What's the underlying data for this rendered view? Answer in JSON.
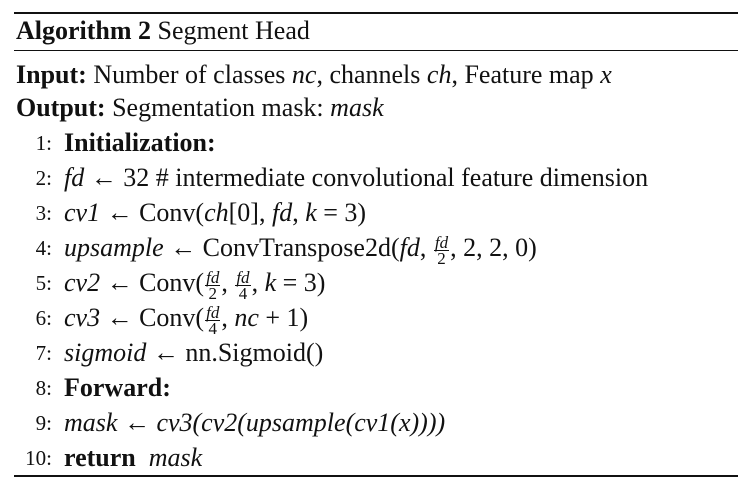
{
  "algorithm": {
    "label": "Algorithm 2",
    "name": "Segment Head"
  },
  "input": {
    "label": "Input:",
    "text_a": "Number of classes ",
    "var_nc": "nc",
    "text_b": ", channels ",
    "var_ch": "ch",
    "text_c": ", Feature map ",
    "var_x": "x"
  },
  "output": {
    "label": "Output:",
    "text": "Segmentation mask: ",
    "var": "mask"
  },
  "lines": [
    {
      "num": "1:",
      "keyword": "Initialization:"
    },
    {
      "num": "2:",
      "lhs": "fd",
      "arrow": " ← ",
      "rest": "32 # intermediate convolutional feature dimension"
    },
    {
      "num": "3:",
      "lhs": "cv1",
      "arrow": " ← ",
      "fn": "Conv(",
      "a1": "ch",
      "a2": "[0], ",
      "a3": "fd",
      "a4": ", ",
      "a5": "k",
      "a6": " = 3)"
    },
    {
      "num": "4:",
      "lhs": "upsample",
      "arrow": " ← ",
      "fn": "ConvTranspose2d(",
      "a1": "fd",
      "a2": ", ",
      "frac_n": "fd",
      "frac_d": "2",
      "a3": ", 2, 2, 0)"
    },
    {
      "num": "5:",
      "lhs": "cv2",
      "arrow": " ← ",
      "fn": "Conv(",
      "frac1_n": "fd",
      "frac1_d": "2",
      "sep": ", ",
      "frac2_n": "fd",
      "frac2_d": "4",
      "a1": ", ",
      "a2": "k",
      "a3": " = 3)"
    },
    {
      "num": "6:",
      "lhs": "cv3",
      "arrow": " ← ",
      "fn": "Conv(",
      "frac_n": "fd",
      "frac_d": "4",
      "a1": ", ",
      "a2": "nc",
      "a3": " + 1)"
    },
    {
      "num": "7:",
      "lhs": "sigmoid",
      "arrow": " ← ",
      "fn": "nn.Sigmoid()"
    },
    {
      "num": "8:",
      "keyword": "Forward:"
    },
    {
      "num": "9:",
      "lhs": "mask",
      "arrow": " ← ",
      "expr": "cv3(cv2(upsample(cv1(x))))"
    },
    {
      "num": "10:",
      "keyword": "return",
      "value": "mask"
    }
  ]
}
